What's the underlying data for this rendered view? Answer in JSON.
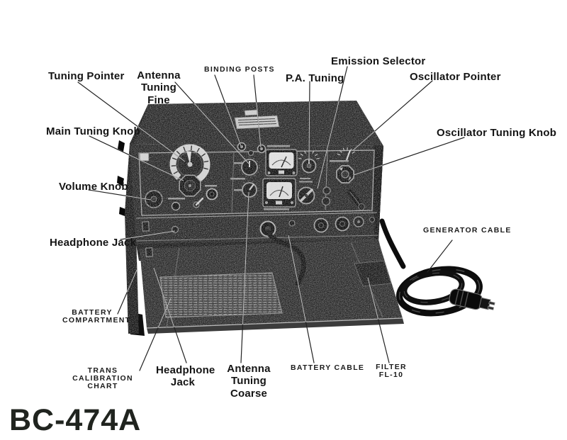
{
  "figure": {
    "model_label": "BC-474A",
    "subject": "BC-474A radio transmitter-receiver, labeled equipment diagram"
  },
  "callouts": {
    "tuning_pointer": "Tuning Pointer",
    "antenna_tuning_fine": "Antenna Tuning\nFine",
    "binding_posts": "BINDING POSTS",
    "pa_tuning": "P.A. Tuning",
    "emission_selector": "Emission Selector",
    "oscillator_pointer": "Oscillator Pointer",
    "oscillator_tuning_knob": "Oscillator Tuning Knob",
    "main_tuning_knob": "Main Tuning Knob",
    "volume_knob": "Volume Knob",
    "headphone_jack_left": "Headphone Jack",
    "battery_compartment": "BATTERY\nCOMPARTMENT",
    "trans_calibration_chart": "TRANS CALIBRATION\nCHART",
    "headphone_jack_bottom": "Headphone\nJack",
    "antenna_tuning_coarse": "Antenna Tuning\nCoarse",
    "battery_cable": "BATTERY CABLE",
    "filter_fl10": "FILTER\nFL-10",
    "generator_cable": "GENERATOR CABLE"
  },
  "colors": {
    "background": "#ffffff",
    "ink": "#141414",
    "device_dark": "#1d1d1d",
    "panel_highlight": "#cfcfcf"
  }
}
